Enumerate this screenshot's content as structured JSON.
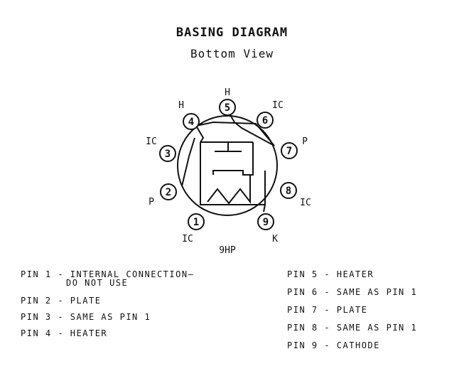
{
  "title": "BASING DIAGRAM",
  "subtitle": "Bottom View",
  "base_code": "9HP",
  "pins": [
    {
      "num": "1",
      "tag": "IC"
    },
    {
      "num": "2",
      "tag": "P"
    },
    {
      "num": "3",
      "tag": "IC"
    },
    {
      "num": "4",
      "tag": "H"
    },
    {
      "num": "5",
      "tag": "H"
    },
    {
      "num": "6",
      "tag": "IC"
    },
    {
      "num": "7",
      "tag": "P"
    },
    {
      "num": "8",
      "tag": "IC"
    },
    {
      "num": "9",
      "tag": "K"
    }
  ],
  "legend": {
    "left": [
      {
        "pin": "PIN 1",
        "desc": "INTERNAL CONNECTION—",
        "cont": "DO NOT USE"
      },
      {
        "pin": "PIN 2",
        "desc": "PLATE"
      },
      {
        "pin": "PIN 3",
        "desc": "SAME AS PIN 1"
      },
      {
        "pin": "PIN 4",
        "desc": "HEATER"
      }
    ],
    "right": [
      {
        "pin": "PIN 5",
        "desc": "HEATER"
      },
      {
        "pin": "PIN 6",
        "desc": "SAME AS PIN 1"
      },
      {
        "pin": "PIN 7",
        "desc": "PLATE"
      },
      {
        "pin": "PIN 8",
        "desc": "SAME AS PIN 1"
      },
      {
        "pin": "PIN 9",
        "desc": "CATHODE"
      }
    ]
  }
}
